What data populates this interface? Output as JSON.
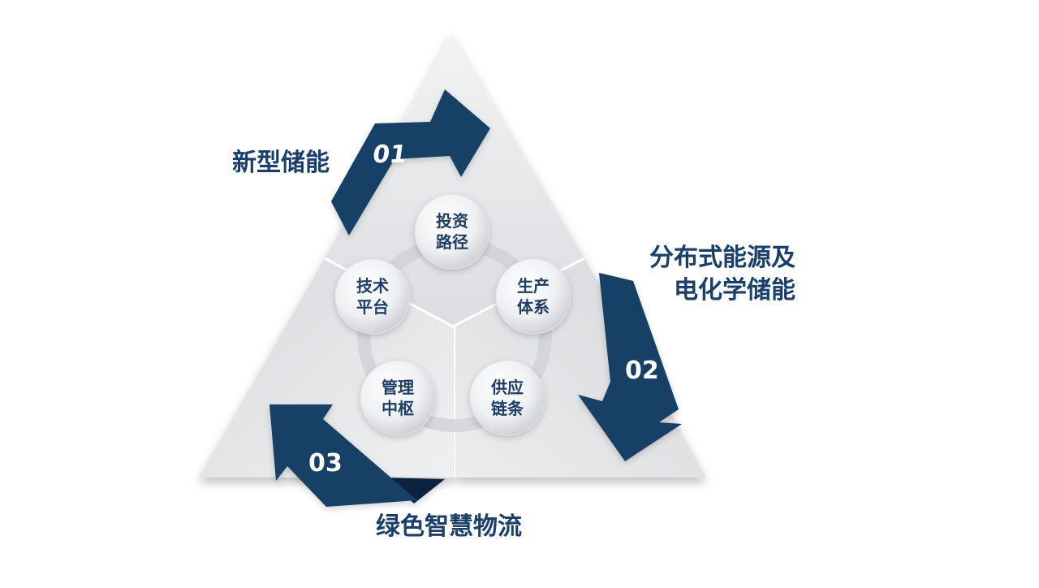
{
  "diagram": {
    "arrows": [
      {
        "number": "01",
        "label": "新型储能"
      },
      {
        "number": "02",
        "label_line1": "分布式能源及",
        "label_line2": "电化学储能"
      },
      {
        "number": "03",
        "label": "绿色智慧物流"
      }
    ],
    "nodes": [
      {
        "line1": "投资",
        "line2": "路径"
      },
      {
        "line1": "生产",
        "line2": "体系"
      },
      {
        "line1": "供应",
        "line2": "链条"
      },
      {
        "line1": "管理",
        "line2": "中枢"
      },
      {
        "line1": "技术",
        "line2": "平台"
      }
    ],
    "colors": {
      "accent": "#163f66",
      "panel": "#e4e5e7",
      "text": "#1b3f6b"
    }
  }
}
